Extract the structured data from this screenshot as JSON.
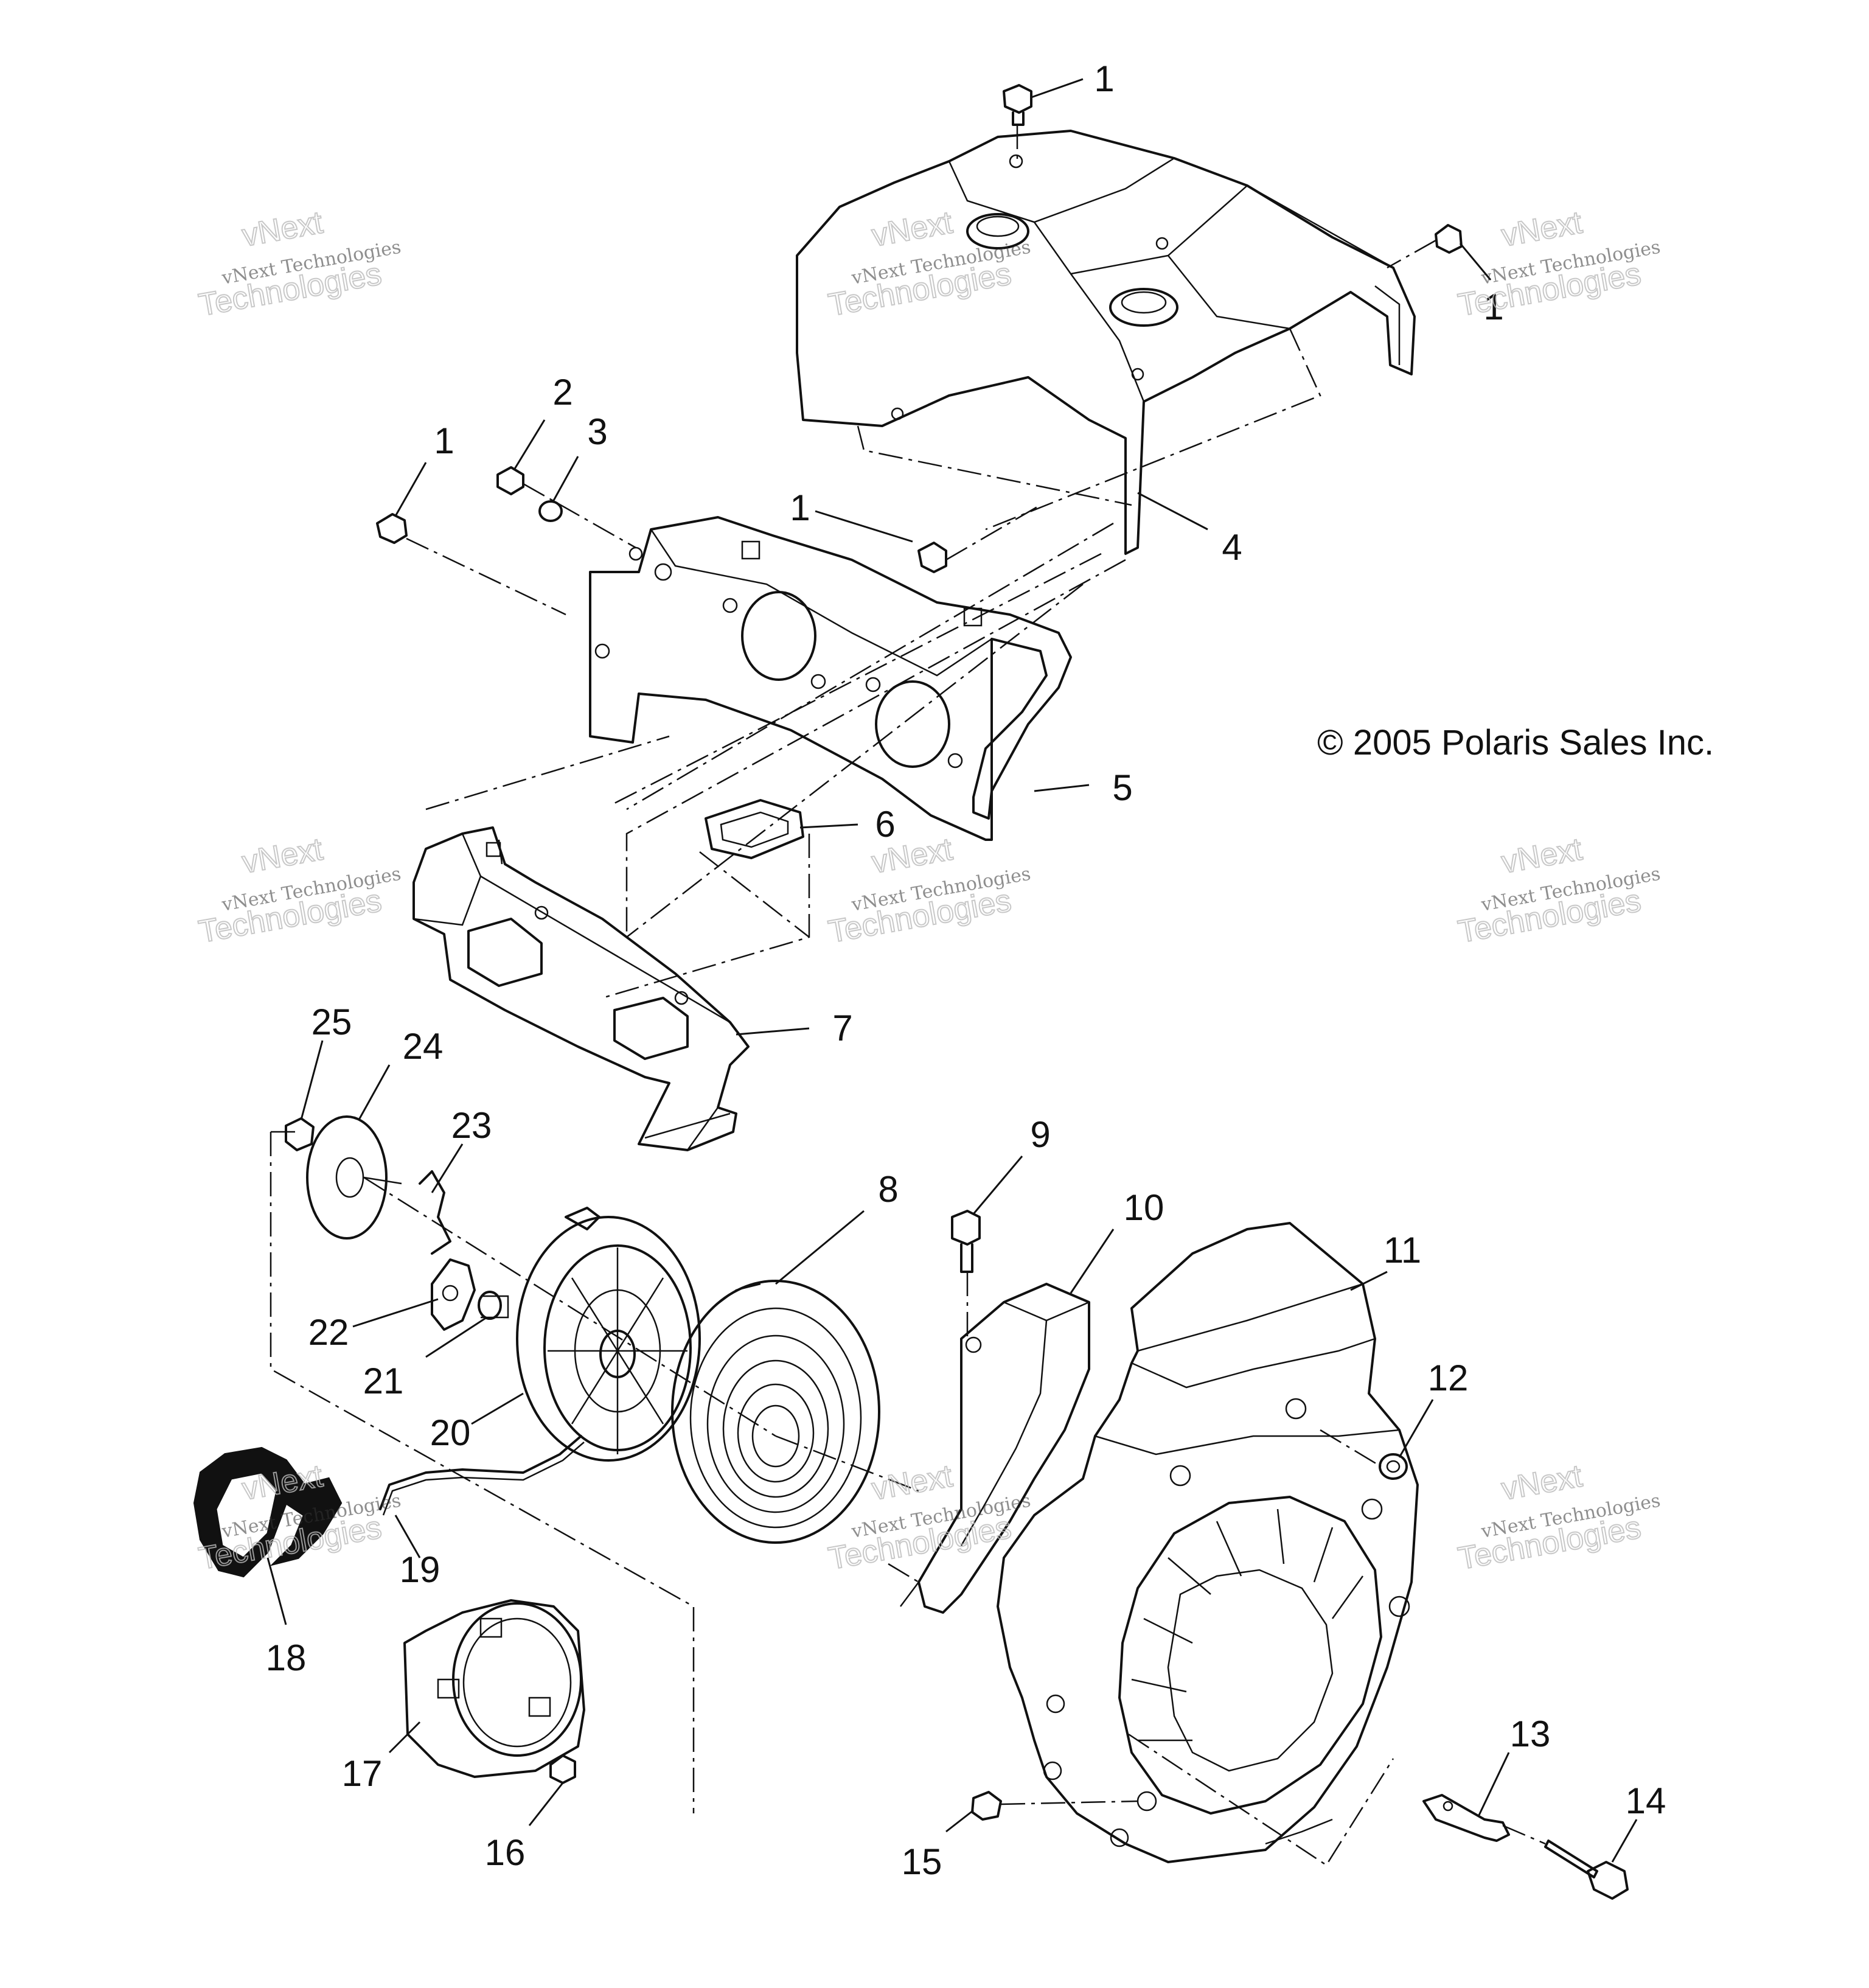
{
  "copyright": "© 2005 Polaris Sales Inc.",
  "watermark": {
    "line1": "vNext",
    "line2": "vNext Technologies",
    "line3": "Technologies"
  },
  "callouts": [
    {
      "id": "c1a",
      "label": "1"
    },
    {
      "id": "c1b",
      "label": "1"
    },
    {
      "id": "c1c",
      "label": "1"
    },
    {
      "id": "c1d",
      "label": "1"
    },
    {
      "id": "c2",
      "label": "2"
    },
    {
      "id": "c3",
      "label": "3"
    },
    {
      "id": "c4",
      "label": "4"
    },
    {
      "id": "c5",
      "label": "5"
    },
    {
      "id": "c6",
      "label": "6"
    },
    {
      "id": "c7",
      "label": "7"
    },
    {
      "id": "c8",
      "label": "8"
    },
    {
      "id": "c9",
      "label": "9"
    },
    {
      "id": "c10",
      "label": "10"
    },
    {
      "id": "c11",
      "label": "11"
    },
    {
      "id": "c12",
      "label": "12"
    },
    {
      "id": "c13",
      "label": "13"
    },
    {
      "id": "c14",
      "label": "14"
    },
    {
      "id": "c15",
      "label": "15"
    },
    {
      "id": "c16",
      "label": "16"
    },
    {
      "id": "c17",
      "label": "17"
    },
    {
      "id": "c18",
      "label": "18"
    },
    {
      "id": "c19",
      "label": "19"
    },
    {
      "id": "c20",
      "label": "20"
    },
    {
      "id": "c21",
      "label": "21"
    },
    {
      "id": "c22",
      "label": "22"
    },
    {
      "id": "c23",
      "label": "23"
    },
    {
      "id": "c24",
      "label": "24"
    },
    {
      "id": "c25",
      "label": "25"
    }
  ]
}
